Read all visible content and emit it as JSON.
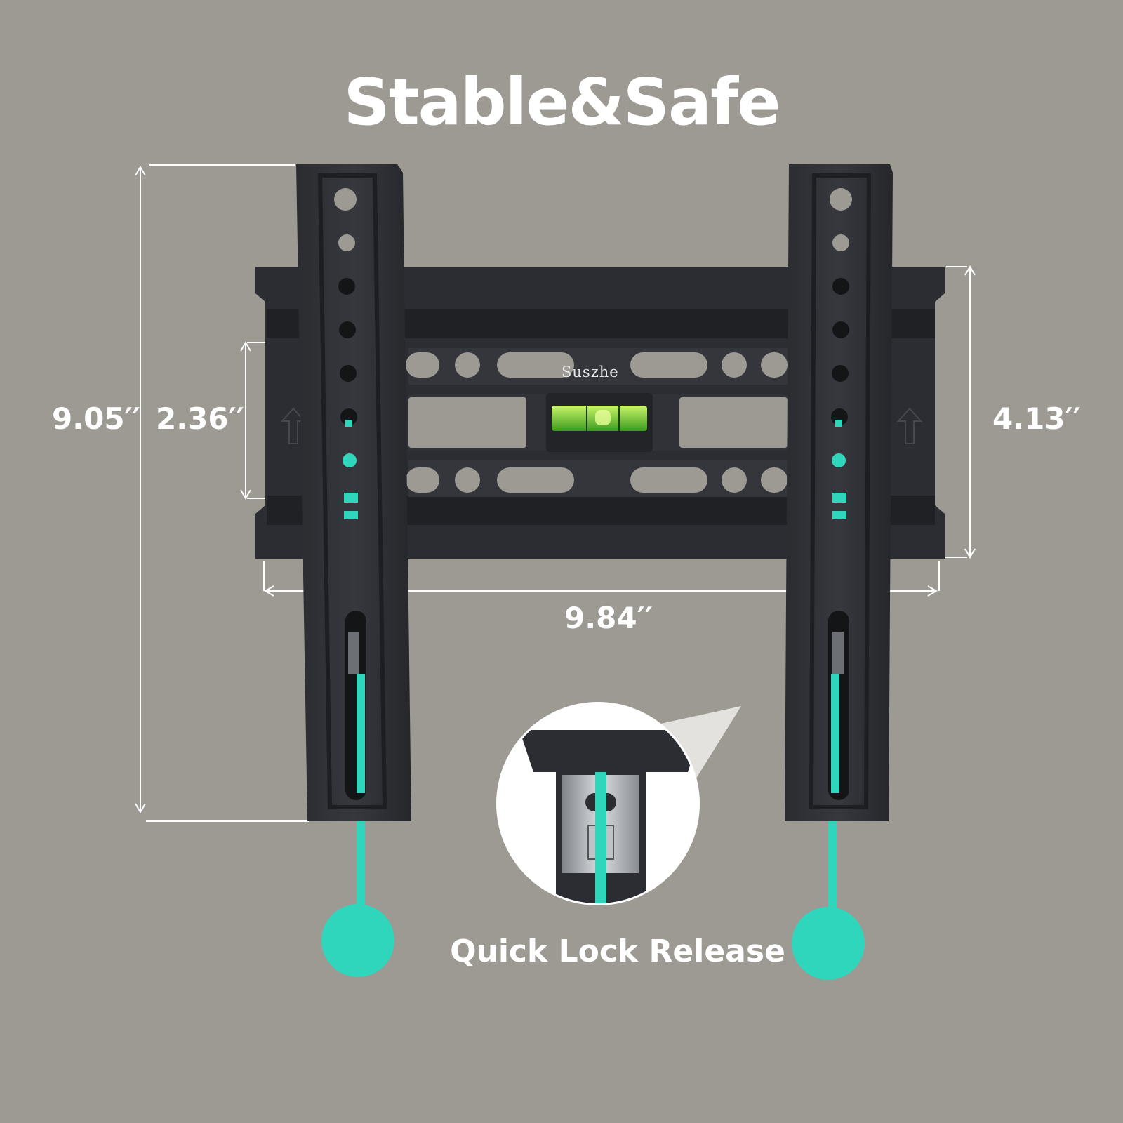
{
  "title": "Stable&Safe",
  "brand": "Suszhe",
  "dimensions": {
    "height_total": "9.05′′",
    "vesa_vertical": "2.36′′",
    "rail_height": "4.13′′",
    "width_total": "9.84′′"
  },
  "caption": "Quick Lock Release",
  "colors": {
    "background": "#9d9a94",
    "bracket": "#2c2e33",
    "accent": "#2fd6bb",
    "text": "#ffffff"
  }
}
